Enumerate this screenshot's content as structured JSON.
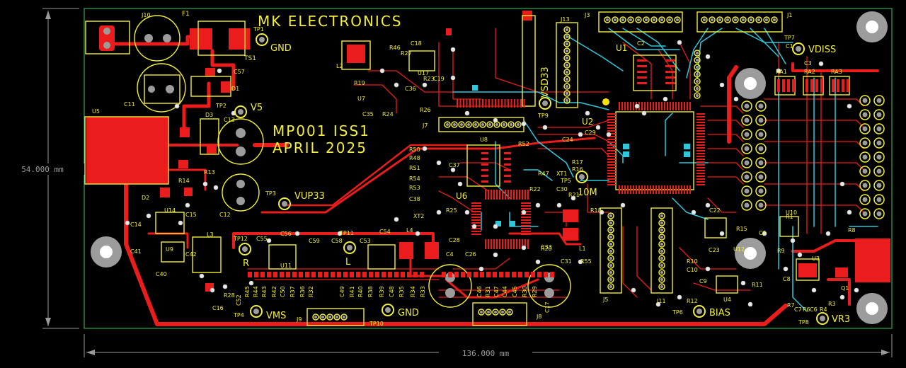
{
  "board": {
    "title": "MK ELECTRONICS",
    "part_number": "MP001 ISS1",
    "date": "APRIL 2025",
    "width_label": "136.000 mm",
    "height_label": "54.000 mm"
  },
  "colors": {
    "background": "#000000",
    "board_outline": "#2fa84f",
    "top_copper": "#ea1c1c",
    "bottom_copper": "#2ec8dc",
    "silkscreen": "#f2ee3a",
    "mounting_hole": "#9c9c9c",
    "dimension": "#9a9a9a"
  },
  "test_points": [
    {
      "ref": "TP1",
      "net": "GND"
    },
    {
      "ref": "TP2",
      "net": "V5"
    },
    {
      "ref": "TP3",
      "net": "VUP33"
    },
    {
      "ref": "TP4",
      "net": "VMS"
    },
    {
      "ref": "TP5",
      "net": "10M"
    },
    {
      "ref": "TP6",
      "net": "BIAS"
    },
    {
      "ref": "TP7",
      "net": "VDISS"
    },
    {
      "ref": "TP8",
      "net": "VR3"
    },
    {
      "ref": "TP9",
      "net": "VSD33"
    },
    {
      "ref": "TP10",
      "net": "GND"
    },
    {
      "ref": "TP11",
      "net": "L"
    },
    {
      "ref": "TP12",
      "net": "R"
    }
  ],
  "connectors": [
    "J1",
    "J3",
    "J5",
    "J7",
    "J8",
    "J9",
    "J10",
    "J11",
    "J13"
  ],
  "ics": [
    "U1",
    "U2",
    "U3",
    "U4",
    "U5",
    "U6",
    "U7",
    "U8",
    "U9",
    "U10",
    "U11",
    "U12",
    "U14",
    "U17"
  ],
  "silk_labels": [
    {
      "text": "F1"
    },
    {
      "text": "TS1"
    },
    {
      "text": "C57"
    },
    {
      "text": "D1"
    },
    {
      "text": "C11"
    },
    {
      "text": "D3"
    },
    {
      "text": "C13"
    },
    {
      "text": "C12"
    },
    {
      "text": "D2"
    },
    {
      "text": "R13"
    },
    {
      "text": "R14"
    },
    {
      "text": "C15"
    },
    {
      "text": "C14"
    },
    {
      "text": "C41"
    },
    {
      "text": "C40"
    },
    {
      "text": "C42"
    },
    {
      "text": "L3"
    },
    {
      "text": "R28"
    },
    {
      "text": "C16"
    },
    {
      "text": "L2"
    },
    {
      "text": "R19"
    },
    {
      "text": "R27"
    },
    {
      "text": "R46"
    },
    {
      "text": "C18"
    },
    {
      "text": "R23"
    },
    {
      "text": "C19"
    },
    {
      "text": "C36"
    },
    {
      "text": "C35"
    },
    {
      "text": "R24"
    },
    {
      "text": "R26"
    },
    {
      "text": "C2"
    },
    {
      "text": "C1"
    },
    {
      "text": "C3"
    },
    {
      "text": "RA1"
    },
    {
      "text": "RA2"
    },
    {
      "text": "RA3"
    },
    {
      "text": "R50"
    },
    {
      "text": "R48"
    },
    {
      "text": "RS1"
    },
    {
      "text": "R54"
    },
    {
      "text": "R53"
    },
    {
      "text": "C38"
    },
    {
      "text": "XT2"
    },
    {
      "text": "R25"
    },
    {
      "text": "C28"
    },
    {
      "text": "C26"
    },
    {
      "text": "C37"
    },
    {
      "text": "R52"
    },
    {
      "text": "R47"
    },
    {
      "text": "R22"
    },
    {
      "text": "XT1"
    },
    {
      "text": "R17"
    },
    {
      "text": "R16"
    },
    {
      "text": "C24"
    },
    {
      "text": "C29"
    },
    {
      "text": "C30"
    },
    {
      "text": "R21"
    },
    {
      "text": "R18"
    },
    {
      "text": "C33"
    },
    {
      "text": "R20"
    },
    {
      "text": "L1"
    },
    {
      "text": "R55"
    },
    {
      "text": "C31"
    },
    {
      "text": "C22"
    },
    {
      "text": "R15"
    },
    {
      "text": "C23"
    },
    {
      "text": "R10"
    },
    {
      "text": "C10"
    },
    {
      "text": "C9"
    },
    {
      "text": "R11"
    },
    {
      "text": "R12"
    },
    {
      "text": "C5"
    },
    {
      "text": "R1"
    },
    {
      "text": "R9"
    },
    {
      "text": "C8"
    },
    {
      "text": "R7"
    },
    {
      "text": "C7"
    },
    {
      "text": "R6"
    },
    {
      "text": "C6"
    },
    {
      "text": "R4"
    },
    {
      "text": "R3"
    },
    {
      "text": "Q1"
    },
    {
      "text": "R8"
    },
    {
      "text": "L4"
    },
    {
      "text": "C54"
    },
    {
      "text": "C53"
    },
    {
      "text": "C58"
    },
    {
      "text": "C59"
    },
    {
      "text": "C55"
    },
    {
      "text": "C56"
    },
    {
      "text": "C4"
    },
    {
      "text": "C17"
    },
    {
      "text": "C52"
    },
    {
      "text": "R45"
    },
    {
      "text": "R44"
    },
    {
      "text": "R43"
    },
    {
      "text": "R42"
    },
    {
      "text": "C50"
    },
    {
      "text": "R37"
    },
    {
      "text": "R36"
    },
    {
      "text": "R32"
    },
    {
      "text": "C49"
    },
    {
      "text": "R41"
    },
    {
      "text": "R40"
    },
    {
      "text": "R38"
    },
    {
      "text": "R39"
    },
    {
      "text": "C48"
    },
    {
      "text": "R35"
    },
    {
      "text": "R34"
    },
    {
      "text": "R33"
    },
    {
      "text": "C46"
    },
    {
      "text": "R31"
    },
    {
      "text": "C47"
    },
    {
      "text": "C44"
    },
    {
      "text": "C45"
    },
    {
      "text": "R30"
    },
    {
      "text": "R29"
    }
  ]
}
